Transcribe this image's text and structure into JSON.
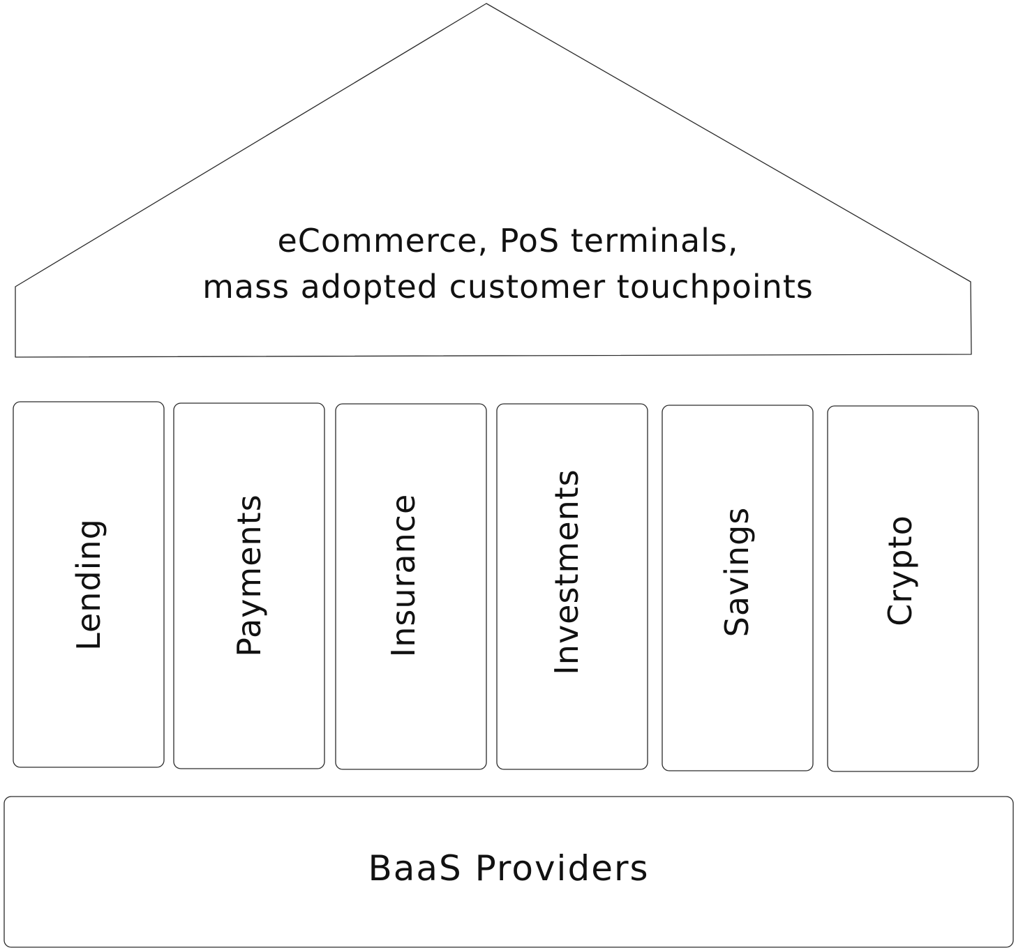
{
  "roof": {
    "line1": "eCommerce, PoS terminals,",
    "line2": "mass adopted customer touchpoints"
  },
  "pillars": [
    {
      "label": "Lending"
    },
    {
      "label": "Payments"
    },
    {
      "label": "Insurance"
    },
    {
      "label": "Investments"
    },
    {
      "label": "Savings"
    },
    {
      "label": "Crypto"
    }
  ],
  "base": {
    "label": "BaaS Providers"
  },
  "colors": {
    "stroke": "#2a2a2a",
    "text": "#111111",
    "background": "#ffffff"
  }
}
